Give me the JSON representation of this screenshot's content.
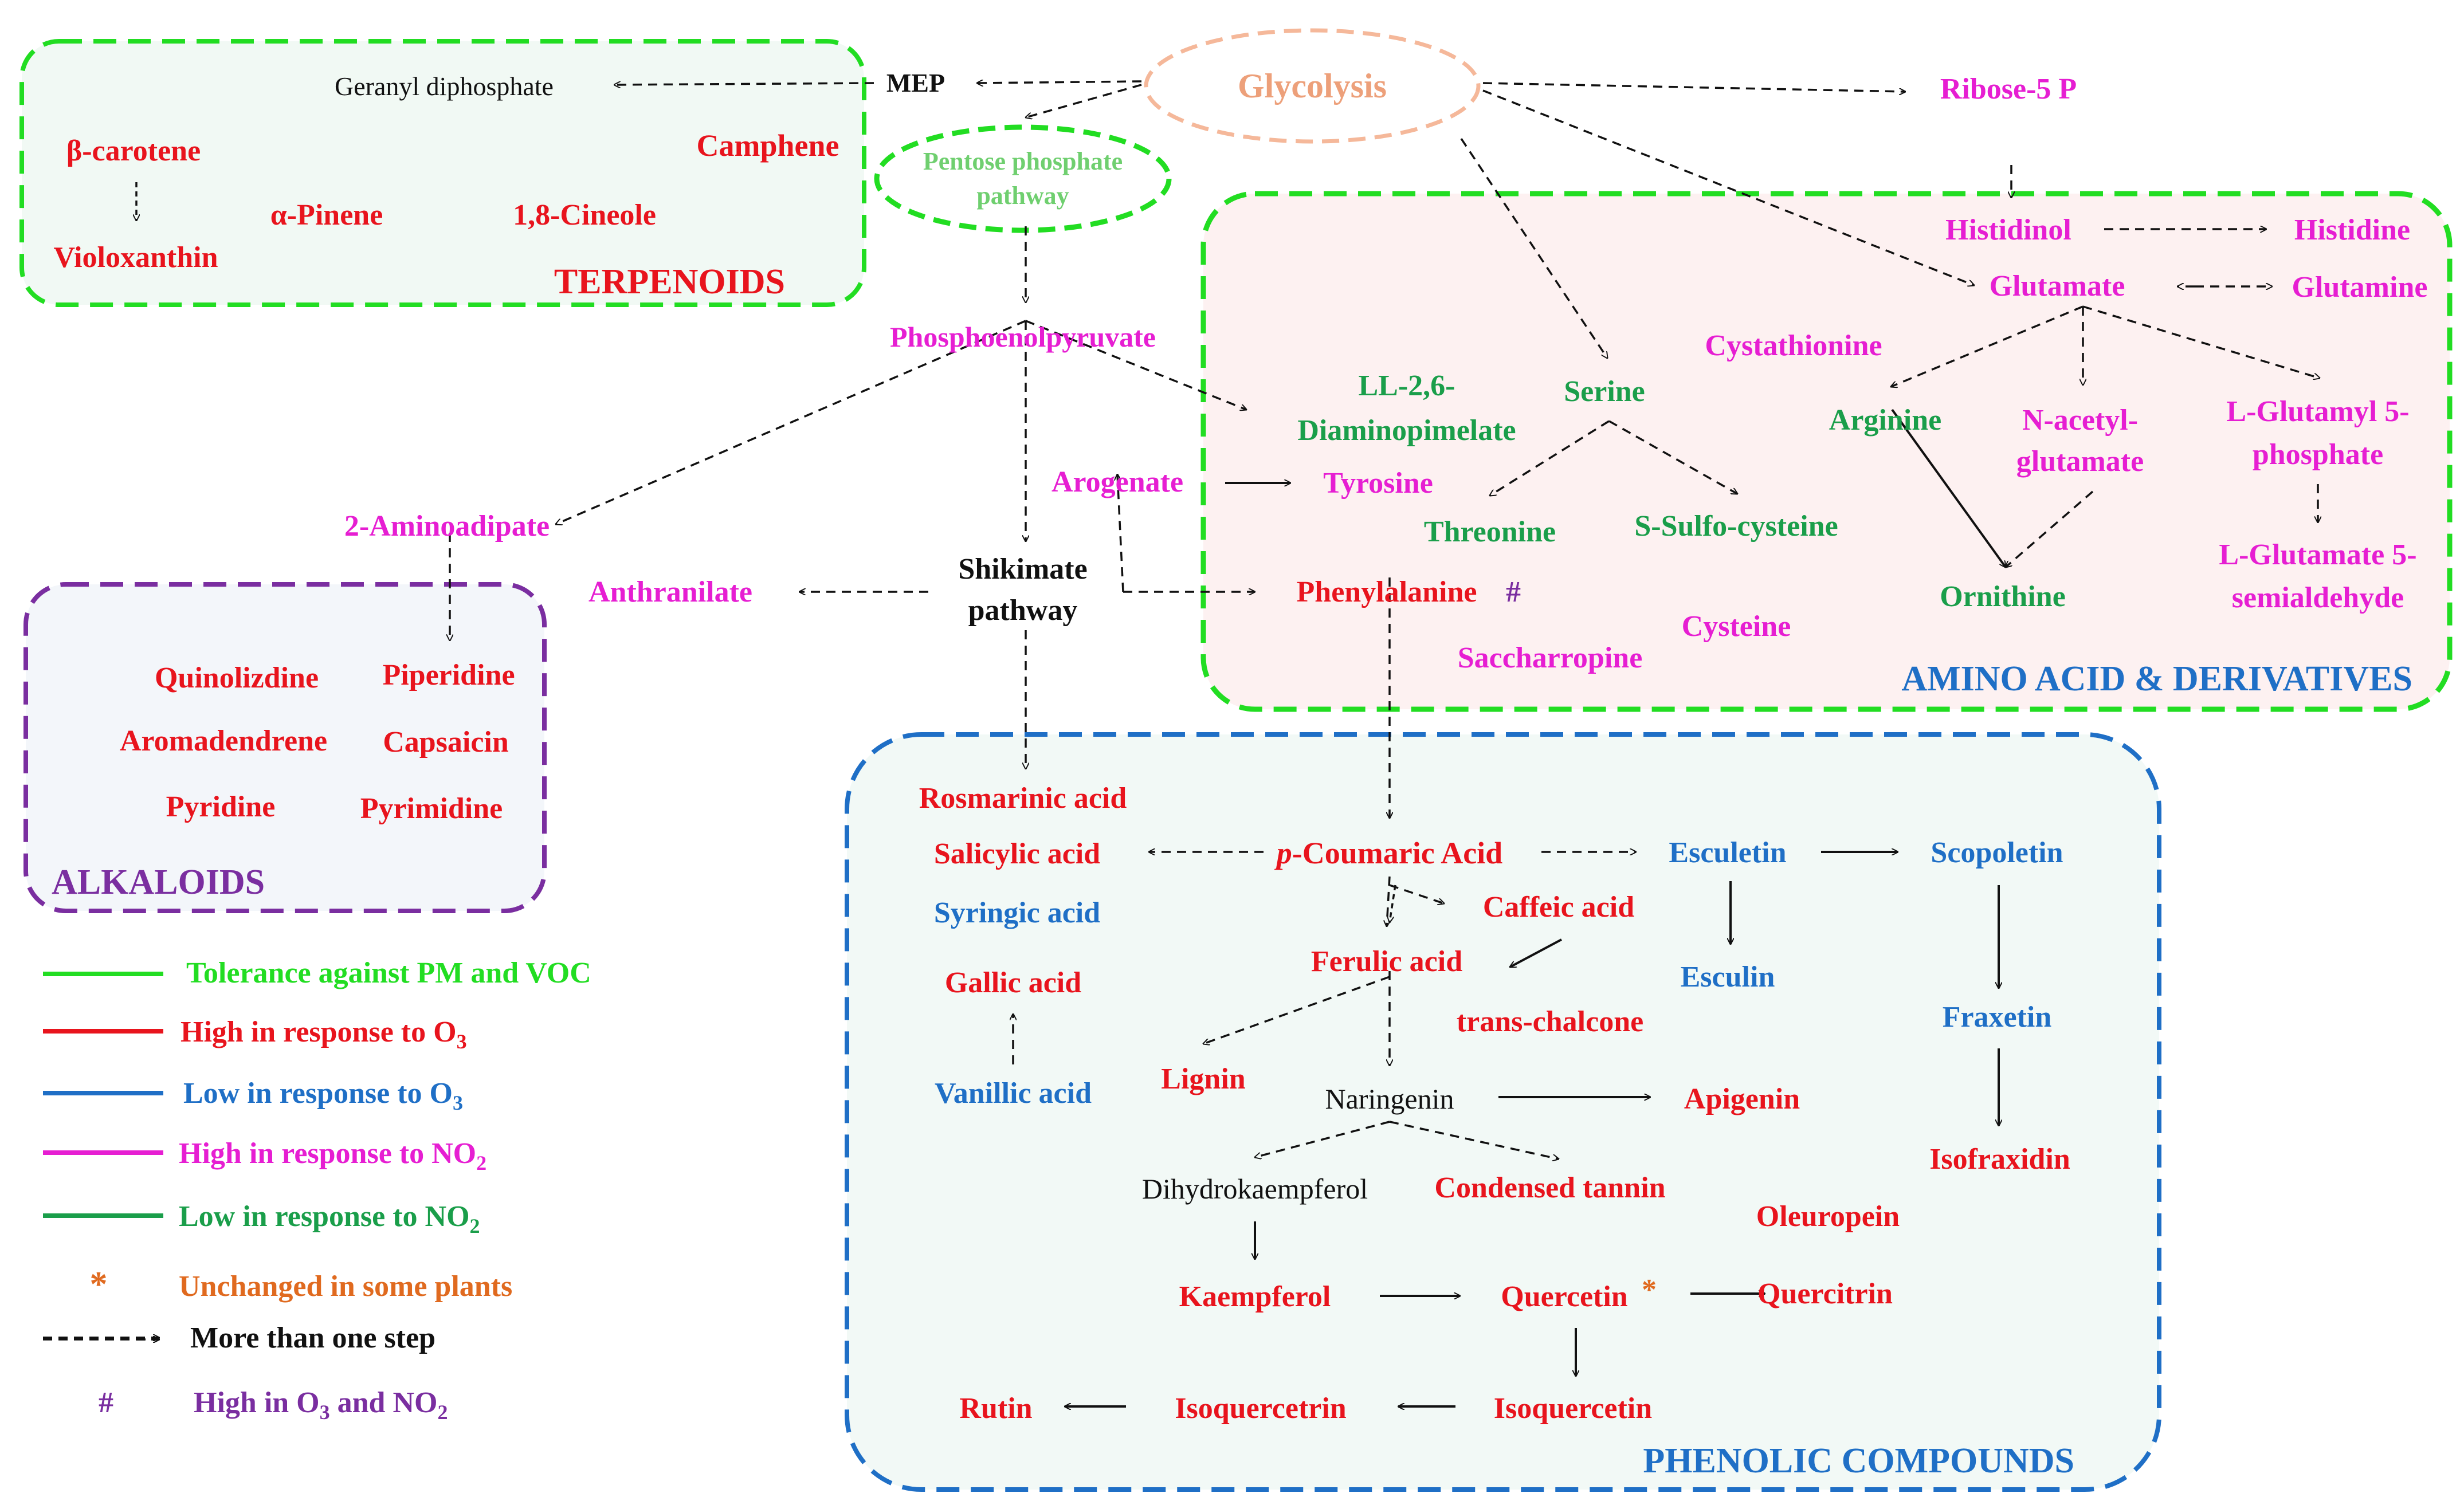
{
  "colors": {
    "red": "#e8141d",
    "magenta": "#e61ed2",
    "green": "#1a9e4a",
    "blue": "#1f6fc6",
    "black": "#111111",
    "bright_green": "#22dd22",
    "orange": "#e06a1f",
    "purple": "#7a2ea0",
    "peach": "#f5b89a",
    "peach_text": "#eda07a",
    "light_green_text": "#6fcf6f"
  },
  "groups": {
    "terpenoids": "TERPENOIDS",
    "alkaloids": "ALKALOIDS",
    "amino_acids": "AMINO ACID & DERIVATIVES",
    "phenolics": "PHENOLIC COMPOUNDS"
  },
  "nodes": {
    "glycolysis": "Glycolysis",
    "mep": "MEP",
    "ribose": "Ribose-5 P",
    "pentose_line1": "Pentose phosphate",
    "pentose_line2": "pathway",
    "geranyl": "Geranyl diphosphate",
    "beta_carotene": "β-carotene",
    "alpha_pinene": "α-Pinene",
    "cineole": "1,8-Cineole",
    "camphene": "Camphene",
    "violoxanthin": "Violoxanthin",
    "pep": "Phosphoenolpyruvate",
    "aminoadipate": "2-Aminoadipate",
    "anthranilate": "Anthranilate",
    "shikimate_line1": "Shikimate",
    "shikimate_line2": "pathway",
    "arogenate": "Arogenate",
    "quinolizdine": "Quinolizdine",
    "piperidine": "Piperidine",
    "aromadendrene": "Aromadendrene",
    "capsaicin": "Capsaicin",
    "pyridine": "Pyridine",
    "pyrimidine": "Pyrimidine",
    "histidinol": "Histidinol",
    "histidine": "Histidine",
    "glutamate": "Glutamate",
    "glutamine": "Glutamine",
    "cystathionine": "Cystathionine",
    "ll_line1": "LL-2,6-",
    "ll_line2": "Diaminopimelate",
    "serine": "Serine",
    "arginine": "Arginine",
    "nacetyl_line1": "N-acetyl-",
    "nacetyl_line2": "glutamate",
    "lglutamyl_line1": "L-Glutamyl 5-",
    "lglutamyl_line2": "phosphate",
    "tyrosine": "Tyrosine",
    "threonine": "Threonine",
    "sulfocysteine": "S-Sulfo-cysteine",
    "ornithine": "Ornithine",
    "lglutamate_line1": "L-Glutamate 5-",
    "lglutamate_line2": "semialdehyde",
    "phenylalanine": "Phenylalanine",
    "phenylalanine_mark": "#",
    "cysteine": "Cysteine",
    "saccharropine": "Saccharropine",
    "rosmarinic": "Rosmarinic acid",
    "salicylic": "Salicylic acid",
    "coumaric_prefix": "p",
    "coumaric_rest": "-Coumaric Acid",
    "esculetin": "Esculetin",
    "scopoletin": "Scopoletin",
    "syringic": "Syringic acid",
    "caffeic": "Caffeic acid",
    "ferulic": "Ferulic acid",
    "esculin": "Esculin",
    "gallic": "Gallic acid",
    "transchalcone": "trans-chalcone",
    "fraxetin": "Fraxetin",
    "vanillic": "Vanillic acid",
    "lignin": "Lignin",
    "naringenin": "Naringenin",
    "apigenin": "Apigenin",
    "dihydrokaempferol": "Dihydrokaempferol",
    "condensed_tannin": "Condensed tannin",
    "isofraxidin": "Isofraxidin",
    "oleuropein": "Oleuropein",
    "kaempferol": "Kaempferol",
    "quercetin": "Quercetin",
    "quercetin_mark": "*",
    "quercitrin": "Quercitrin",
    "rutin": "Rutin",
    "isoquercetrin": "Isoquercetrin",
    "isoquercetin": "Isoquercetin"
  },
  "legend": {
    "tolerance": "Tolerance against PM and VOC",
    "high_o3_text": "High in response to O",
    "high_o3_sub": "3",
    "low_o3_text": "Low in response to O",
    "low_o3_sub": "3",
    "high_no2_text": "High in response to NO",
    "high_no2_sub": "2",
    "low_no2_text": "Low in response to NO",
    "low_no2_sub": "2",
    "unchanged_mark": "*",
    "unchanged_text": "Unchanged in some plants",
    "more_steps": "More than one step",
    "both_mark": "#",
    "both_text_a": "High in O",
    "both_sub_a": "3",
    "both_text_b": " and NO",
    "both_sub_b": "2"
  }
}
